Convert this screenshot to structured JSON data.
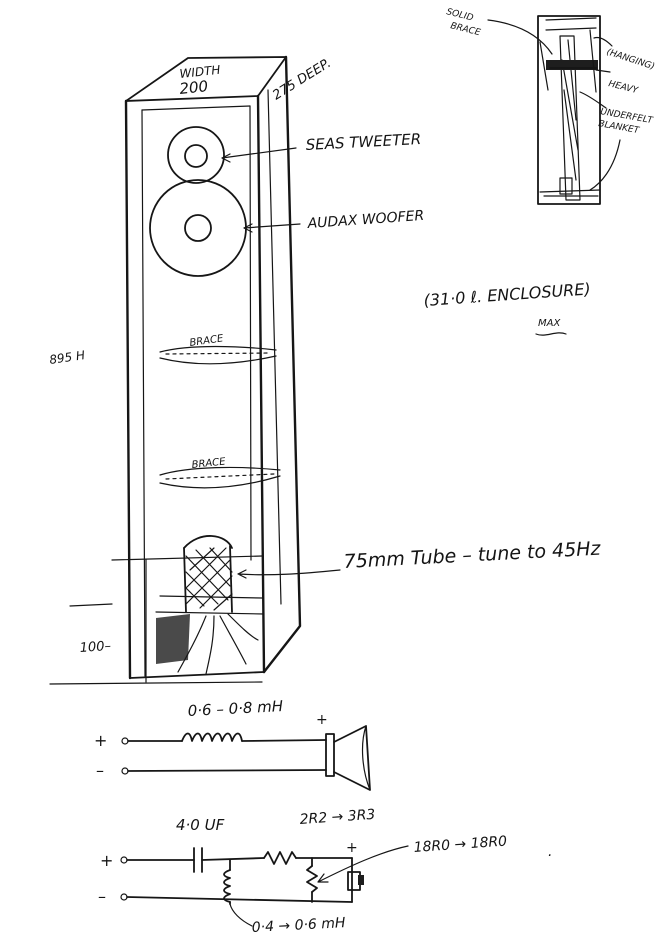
{
  "cabinet": {
    "width_label": "WIDTH",
    "width_value": "200",
    "depth_label": "275 DEEP.",
    "height_label": "895 H",
    "bottom_label": "100–"
  },
  "drivers": {
    "tweeter": "SEAS TWEETER",
    "woofer": "AUDAX WOOFER"
  },
  "braces": {
    "upper": "BRACE",
    "lower": "BRACE"
  },
  "tube": {
    "label": "75mm Tube – tune to 45Hz"
  },
  "enclosure": {
    "volume": "(31·0 ℓ. ENCLOSURE)",
    "max": "MAX"
  },
  "section": {
    "solid_brace": [
      "SOLID",
      "BRACE"
    ],
    "hanging": "(HANGING)",
    "heavy": "HEAVY",
    "underfelt": [
      "UNDERFELT",
      "BLANKET"
    ]
  },
  "tweeter_circuit": {
    "inductor": "0·6 – 0·8 mH",
    "plus": "+",
    "minus": "–",
    "driver_plus": "+"
  },
  "woofer_circuit": {
    "capacitor": "4·0 UF",
    "resistor_series": "2R2 → 3R3",
    "resistor_shunt": "18R0 → 18R0",
    "inductor": "0·4 → 0·6 mH",
    "plus": "+",
    "minus": "–",
    "driver_plus": "+",
    "dot": "."
  }
}
